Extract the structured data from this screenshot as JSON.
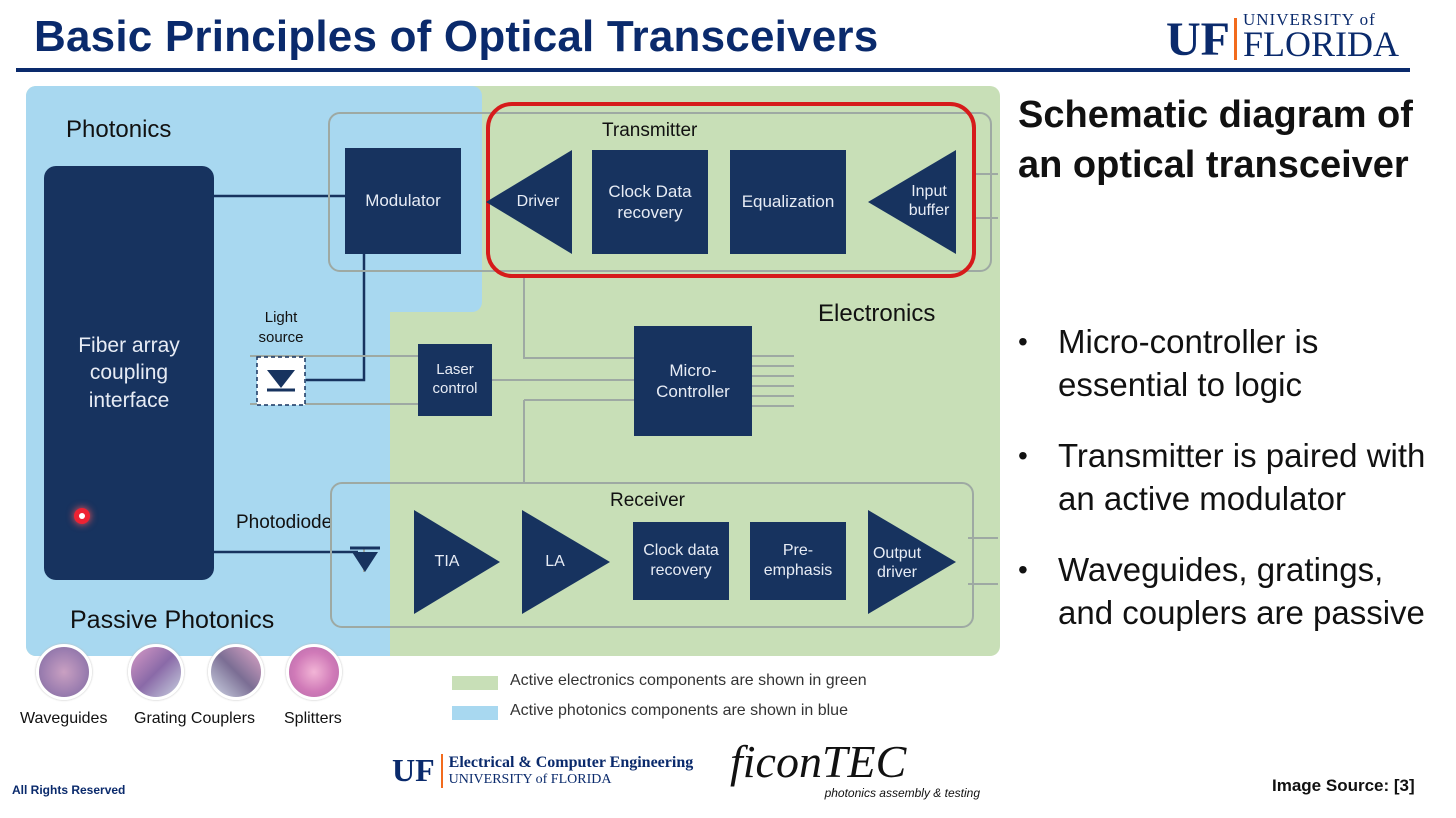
{
  "slide": {
    "title": "Basic Principles of Optical Transceivers",
    "logo": {
      "mark": "UF",
      "line1": "UNIVERSITY of",
      "line2": "FLORIDA"
    }
  },
  "diagram": {
    "photonics_label": "Photonics",
    "electronics_label": "Electronics",
    "passive_label": "Passive Photonics",
    "fiber_block": "Fiber array coupling interface",
    "light_source_label": "Light source",
    "photodiode_label": "Photodiode",
    "transmitter": {
      "label": "Transmitter",
      "modulator": "Modulator",
      "driver": "Driver",
      "cdr": "Clock Data recovery",
      "equalization": "Equalization",
      "input_buffer": "Input buffer"
    },
    "middle": {
      "laser_control": "Laser control",
      "micro_controller": "Micro-Controller"
    },
    "receiver": {
      "label": "Receiver",
      "tia": "TIA",
      "la": "LA",
      "cdr": "Clock data recovery",
      "pre_emphasis": "Pre-emphasis",
      "output_driver": "Output driver"
    },
    "legend": {
      "green": "Active electronics components are shown in green",
      "blue": "Active photonics components are shown in blue"
    },
    "samples": [
      "Waveguides",
      "Grating Couplers",
      "Splitters"
    ],
    "colors": {
      "green_region": "#c8dfb7",
      "blue_region": "#a8d8f0",
      "block": "#17335f",
      "highlight": "#d61b1b"
    }
  },
  "side": {
    "heading": "Schematic diagram of an optical transceiver",
    "bullets": [
      "Micro-controller is essential to logic",
      "Transmitter is paired with an active modulator",
      "Waveguides, gratings, and couplers are passive"
    ]
  },
  "footer": {
    "rights": "All Rights Reserved",
    "source": "Image Source: [3]",
    "ece_mark": "UF",
    "ece_line1": "Electrical & Computer Engineering",
    "ece_line2": "UNIVERSITY of FLORIDA",
    "ficontec_name": "ficonTEC",
    "ficontec_tagline": "photonics assembly & testing"
  }
}
